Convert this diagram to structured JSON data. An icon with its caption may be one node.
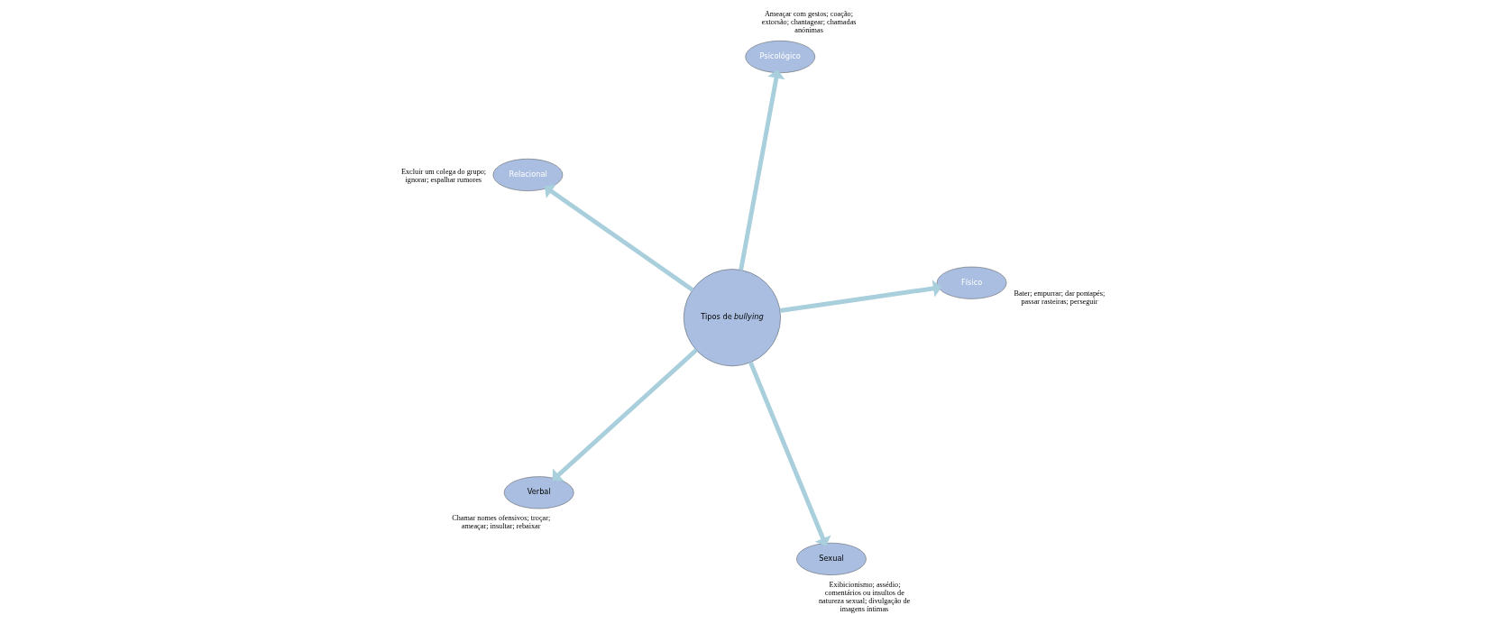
{
  "diagram": {
    "nodes": [
      {
        "text": [
          "Tipos de *bullying*"
        ]
      },
      {
        "text": [
          "Verbal"
        ],
        "beside": [
          "Chamar nomes ofensivos; troçar; ameaçar; insultar; rebaixar"
        ]
      },
      {
        "text": [
          "Sexual"
        ],
        "beside": [
          "Exibicionismo; assédio; comentários ou insultos de natureza sexual; divulgação de imagens íntimas"
        ]
      },
      {
        "text": [
          "Relacional"
        ],
        "beside": [
          "Excluir um colega do grupo; ignorar; espalhar rumores"
        ]
      },
      {
        "text": [
          "Físico"
        ],
        "beside": [
          "Bater; empurrar; dar pontapés; passar rasteiras; perseguir"
        ]
      },
      {
        "text": [
          "Psicológico"
        ],
        "beside": [
          "Ameaçar com gestos; coação; extorsão; chantagear; chamadas anónimas"
        ]
      }
    ],
    "edges": [
      {
        "from": 0,
        "to": 1,
        "arrow": "to"
      },
      {
        "from": 0,
        "to": 2,
        "arrow": "to"
      },
      {
        "from": 0,
        "to": 3,
        "arrow": "to"
      },
      {
        "from": 0,
        "to": 4,
        "arrow": "to"
      },
      {
        "from": 0,
        "to": 5,
        "arrow": "to"
      }
    ]
  }
}
